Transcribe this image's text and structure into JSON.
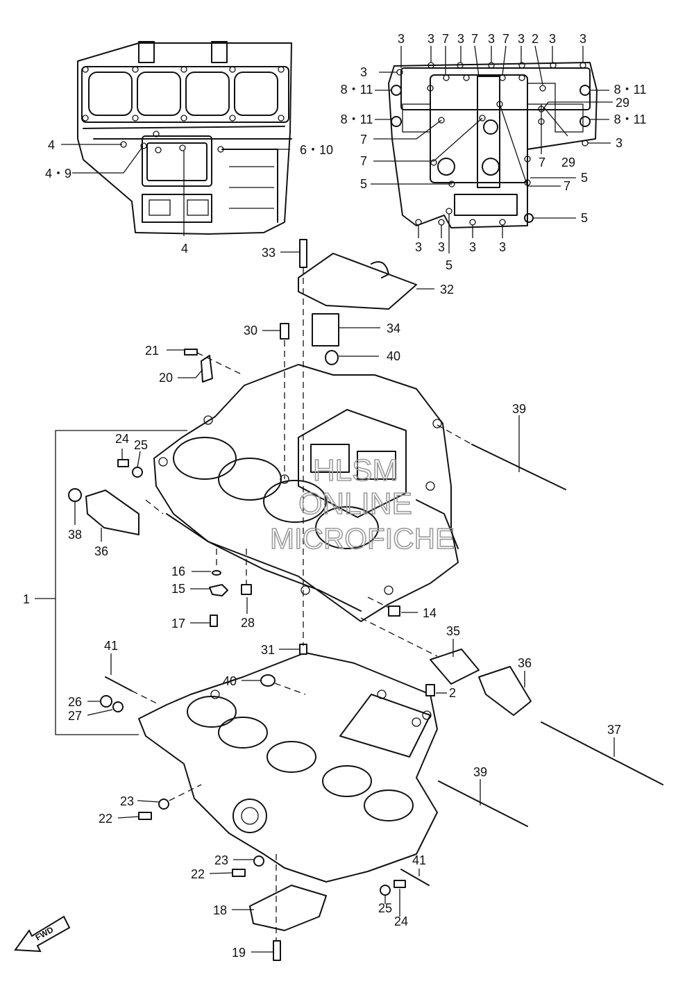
{
  "callouts": {
    "c4a": "4",
    "c4_9": "4・9",
    "c6_10": "6・10",
    "c4b": "4",
    "c3_t1": "3",
    "c3_t2": "3",
    "c7_t1": "7",
    "c3_t3": "3",
    "c7_t2": "7",
    "c3_t4": "3",
    "c7_t3": "7",
    "c3_t5": "3",
    "c2_t": "2",
    "c3_t6": "3",
    "c3_t7": "3",
    "c3_l1": "3",
    "c8_11_a": "8・11",
    "c8_11_b": "8・11",
    "c7_l1": "7",
    "c7_l2": "7",
    "c5_l1": "5",
    "c8_11_c": "8・11",
    "c29_a": "29",
    "c8_11_d": "8・11",
    "c3_r1": "3",
    "c7_r1": "7",
    "c29_b": "29",
    "c5_r1": "5",
    "c7_r2": "7",
    "c5_r2": "5",
    "c3_b1": "3",
    "c3_b2": "3",
    "c3_b3": "3",
    "c3_b4": "3",
    "c5_b1": "5",
    "c33": "33",
    "c32": "32",
    "c30": "30",
    "c34": "34",
    "c21": "21",
    "c40a": "40",
    "c20": "20",
    "c39a": "39",
    "c24a": "24",
    "c25a": "25",
    "c38": "38",
    "c36a": "36",
    "c1": "1",
    "c16": "16",
    "c15": "15",
    "c17": "17",
    "c28": "28",
    "c14": "14",
    "c41a": "41",
    "c31": "31",
    "c40b": "40",
    "c35": "35",
    "c36b": "36",
    "c2": "2",
    "c26": "26",
    "c27": "27",
    "c37": "37",
    "c39b": "39",
    "c23a": "23",
    "c22a": "22",
    "c23b": "23",
    "c22b": "22",
    "c41b": "41",
    "c18": "18",
    "c25b": "25",
    "c24b": "24",
    "c19": "19"
  },
  "watermark": [
    "HLSM",
    "ONLINE",
    "MICROFICHE"
  ],
  "fwd_label": "FWD"
}
